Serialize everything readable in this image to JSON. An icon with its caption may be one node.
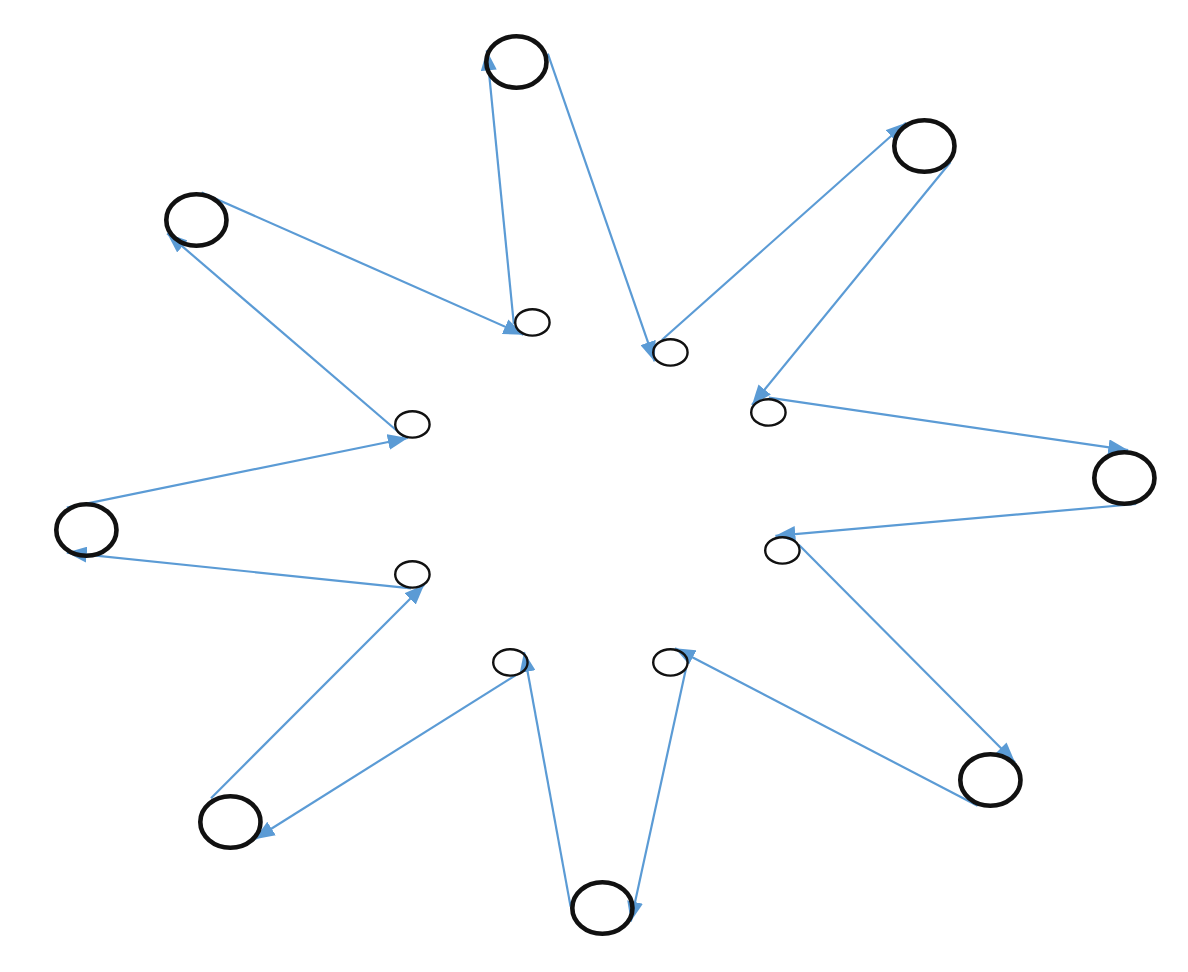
{
  "diagram": {
    "nodes": [
      {
        "text": [],
        "shape": "circle"
      },
      {
        "text": [],
        "shape": "circle"
      },
      {
        "text": [],
        "shape": "circle"
      },
      {
        "text": [],
        "shape": "circle"
      },
      {
        "text": [],
        "shape": "circle"
      },
      {
        "text": [],
        "shape": "circle"
      },
      {
        "text": [],
        "shape": "circle"
      },
      {
        "text": [],
        "shape": "circle"
      },
      {
        "text": [],
        "shape": "circle"
      },
      {
        "text": [],
        "shape": "circle"
      },
      {
        "text": [],
        "shape": "circle"
      },
      {
        "text": [],
        "shape": "circle"
      },
      {
        "text": [],
        "shape": "circle"
      },
      {
        "text": [],
        "shape": "circle"
      },
      {
        "text": [],
        "shape": "circle"
      },
      {
        "text": [],
        "shape": "circle"
      }
    ],
    "edges": [
      {
        "from": 5,
        "to": 2,
        "arrow": "to"
      },
      {
        "from": 2,
        "to": 3,
        "arrow": "to"
      },
      {
        "from": 3,
        "to": 0,
        "arrow": "to"
      },
      {
        "from": 0,
        "to": 4,
        "arrow": "to"
      },
      {
        "from": 4,
        "to": 1,
        "arrow": "to"
      },
      {
        "from": 1,
        "to": 6,
        "arrow": "to"
      },
      {
        "from": 6,
        "to": 7,
        "arrow": "to"
      },
      {
        "from": 7,
        "to": 9,
        "arrow": "to"
      },
      {
        "from": 9,
        "to": 13,
        "arrow": "to"
      },
      {
        "from": 13,
        "to": 12,
        "arrow": "to"
      },
      {
        "from": 12,
        "to": 15,
        "arrow": "to"
      },
      {
        "from": 15,
        "to": 11,
        "arrow": "to"
      },
      {
        "from": 11,
        "to": 14,
        "arrow": "to"
      },
      {
        "from": 14,
        "to": 10,
        "arrow": "to"
      },
      {
        "from": 10,
        "to": 8,
        "arrow": "to"
      },
      {
        "from": 8,
        "to": 5,
        "arrow": "to"
      }
    ]
  }
}
